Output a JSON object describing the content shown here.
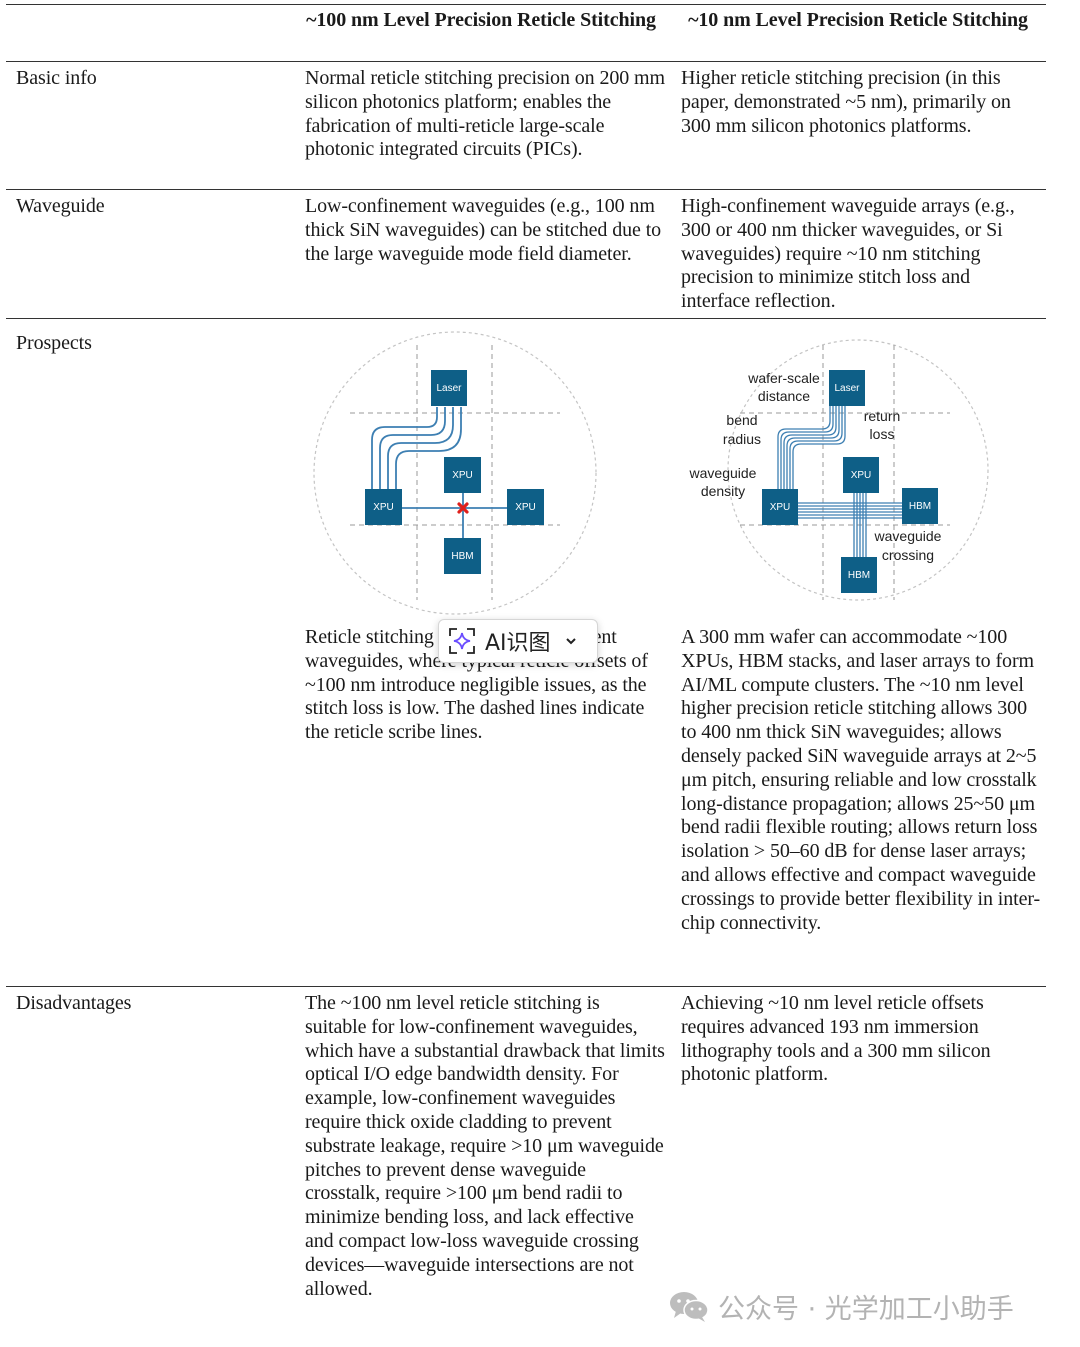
{
  "table": {
    "headers": {
      "col1": "~100 nm Level Precision Reticle Stitching",
      "col2": "~10 nm Level Precision Reticle Stitching"
    },
    "rows": [
      {
        "label": "Basic info",
        "col1": "Normal reticle stitching precision on 200 mm silicon photonics platform; enables the fabrication of multi-reticle large-scale photonic integrated circuits (PICs).",
        "col2": "Higher reticle stitching precision (in this paper, demonstrated ~5 nm), primarily on 300 mm silicon photonics platforms."
      },
      {
        "label": "Waveguide",
        "col1": "Low-confinement waveguides (e.g., 100 nm thick SiN waveguides) can be stitched due to the large waveguide mode field diameter.",
        "col2": "High-confinement waveguide arrays (e.g., 300 or 400 nm thicker waveguides, or Si waveguides) require ~10 nm stitching precision to minimize stitch loss and interface reflection."
      },
      {
        "label": "Prospects",
        "col1": "Reticle stitching for lower-confinement waveguides, where typical reticle offsets of ~100 nm introduce negligible issues, as the stitch loss is low. The dashed lines indicate the reticle scribe lines.",
        "col2": "A 300 mm wafer can accommodate ~100 XPUs, HBM stacks, and laser arrays to form AI/ML compute clusters. The ~10 nm level higher precision reticle stitching allows 300 to 400 nm thick SiN waveguides; allows densely packed SiN waveguide arrays at 2~5 μm pitch, ensuring reliable and low crosstalk long-distance propagation; allows 25~50 μm bend radii flexible routing; allows return loss isolation > 50–60 dB for dense laser arrays; and allows effective and compact waveguide crossings to provide better flexibility in inter-chip connectivity."
      },
      {
        "label": "Disadvantages",
        "col1": "The ~100 nm level reticle stitching is suitable for low-confinement waveguides, which have a substantial drawback that limits optical I/O edge bandwidth density. For example, low-confinement waveguides require thick oxide cladding to prevent substrate leakage, require >10 μm waveguide pitches to prevent dense waveguide crosstalk, require >100 μm bend radii to minimize bending loss, and lack effective and compact low-loss waveguide crossing devices—waveguide intersections are not allowed.",
        "col2": "Achieving ~10 nm level reticle offsets requires advanced 193 nm immersion lithography tools and a 300 mm silicon photonic platform."
      }
    ]
  },
  "diagram_left": {
    "chips": {
      "laser": "Laser",
      "xpu": "XPU",
      "hbm": "HBM"
    }
  },
  "diagram_right": {
    "chips": {
      "laser": "Laser",
      "xpu": "XPU",
      "hbm": "HBM"
    },
    "annotations": {
      "wafer_scale_1": "wafer-scale",
      "wafer_scale_2": "distance",
      "bend_1": "bend",
      "bend_2": "radius",
      "return_1": "return",
      "return_2": "loss",
      "density_1": "waveguide",
      "density_2": "density",
      "crossing_1": "waveguide",
      "crossing_2": "crossing"
    }
  },
  "popup": {
    "label": "AI识图"
  },
  "watermark": {
    "text": "公众号 · 光学加工小助手"
  },
  "colors": {
    "chip_fill": "#0e5f87",
    "waveguide": "#3d7fb2",
    "scribe_line": "#9a9a9a",
    "circle_outline": "#c4c4c4",
    "cross_mark": "#e0201c",
    "icon_accent": "#6a4cff"
  }
}
